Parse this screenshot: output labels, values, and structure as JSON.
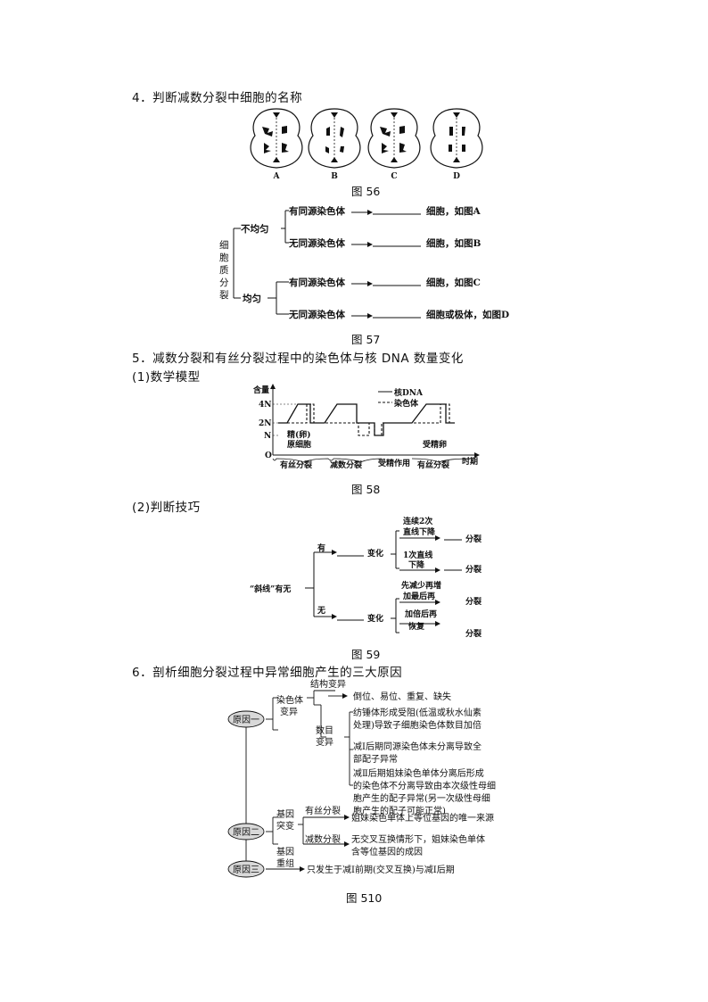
{
  "s4": {
    "heading": "4．判断减数分裂中细胞的名称",
    "cell_labels": [
      "A",
      "B",
      "C",
      "D"
    ],
    "fig56": "图 56",
    "fig57": "图 57",
    "tree": {
      "root_chars": [
        "细",
        "胞",
        "质",
        "分",
        "裂"
      ],
      "uneven": "不均匀",
      "even": "均匀",
      "row1_left": "有同源染色体",
      "row1_right": "细胞，如图A",
      "row2_left": "无同源染色体",
      "row2_right": "细胞，如图B",
      "row3_left": "有同源染色体",
      "row3_right": "细胞，如图C",
      "row4_left": "无同源染色体",
      "row4_right": "细胞或极体，如图D"
    }
  },
  "s5": {
    "heading": "5．减数分裂和有丝分裂过程中的染色体与核 DNA 数量变化",
    "sub1": "(1)数学模型",
    "fig58": "图 58",
    "chart": {
      "ylabel": "含量",
      "y_ticks": [
        "4N",
        "2N",
        "N",
        "O"
      ],
      "legend_dna": "核DNA",
      "legend_chrom": "染色体",
      "label_cell": "精(卵)",
      "label_cell2": "原细胞",
      "label_zygote": "受精卵",
      "xlabel": "时期",
      "phases": [
        "有丝分裂",
        "减数分裂",
        "受精作用",
        "有丝分裂"
      ]
    },
    "sub2": "(2)判断技巧",
    "fig59": "图 59",
    "flow": {
      "root": "“斜线”有无",
      "has": "有",
      "none": "无",
      "change1": "变化",
      "change2": "变化",
      "opt1a": "连续2次",
      "opt1b": "直线下降",
      "opt2a": "1次直线",
      "opt2b": "下降",
      "opt3a": "先减少再增",
      "opt3b": "加最后再",
      "opt4a": "加倍后再",
      "opt4b": "恢复",
      "result": "分裂"
    }
  },
  "s6": {
    "heading": "6．剖析细胞分裂过程中异常细胞产生的三大原因",
    "fig510": "图 510",
    "reason1": "原因一",
    "reason2": "原因二",
    "reason3": "原因三",
    "chrom_var_1": "染色体",
    "chrom_var_2": "变异",
    "struct_var": "结构变异",
    "struct_detail": "倒位、易位、重复、缺失",
    "num_var_1": "数目",
    "num_var_2": "变异",
    "num_a1": "纺锤体形成受阻(低温或秋水仙素",
    "num_a2": "处理)导致子细胞染色体数目加倍",
    "num_b1": "减Ⅰ后期同源染色体未分离导致全",
    "num_b2": "部配子异常",
    "num_c1": "减Ⅱ后期姐妹染色单体分离后形成",
    "num_c2": "的染色体不分离导致由本次级性母细",
    "num_c3": "胞产生的配子异常(另一次级性母细",
    "num_c4": "胞产生的配子可能正常)",
    "gene_mut_1": "基因",
    "gene_mut_2": "突变",
    "mitosis": "有丝分裂",
    "mitosis_detail": "姐妹染色单体上等位基因的唯一来源",
    "meiosis": "减数分裂",
    "meiosis_d1": "无交叉互换情形下，姐妹染色单体",
    "meiosis_d2": "含等位基因的成因",
    "recomb_1": "基因",
    "recomb_2": "重组",
    "recomb_detail": "只发生于减Ⅰ前期(交叉互换)与减Ⅰ后期"
  }
}
